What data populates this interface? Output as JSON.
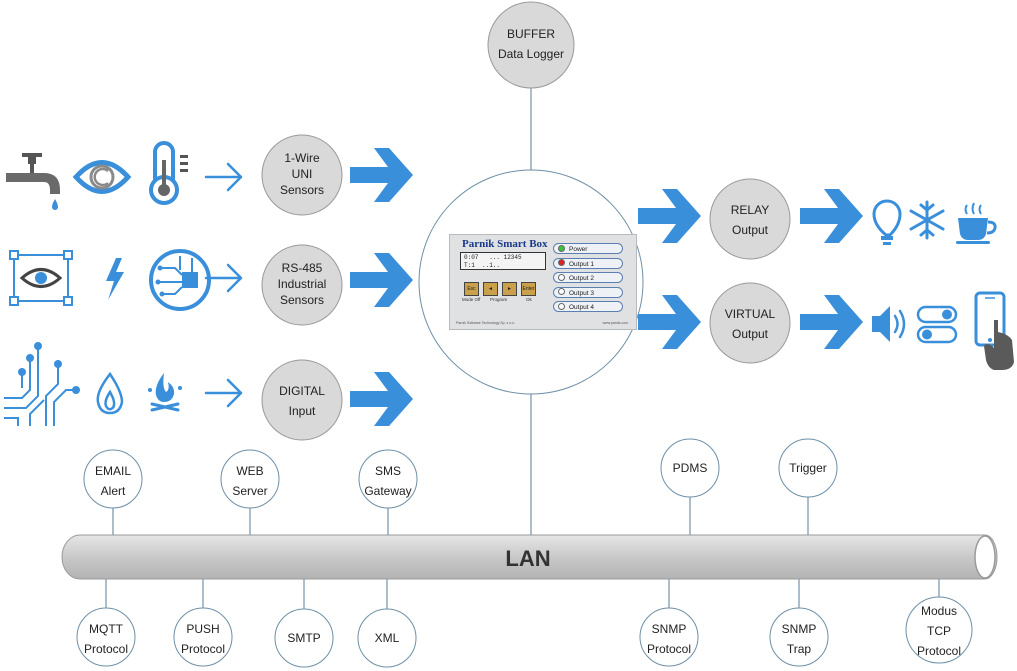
{
  "top_node": {
    "line1": "BUFFER",
    "line2": "Data Logger"
  },
  "inputs": [
    {
      "lines": [
        "1-Wire",
        "UNI",
        "Sensors"
      ],
      "icons": [
        "faucet-icon",
        "eye-icon",
        "thermometer-icon"
      ]
    },
    {
      "lines": [
        "RS-485",
        "Industrial",
        "Sensors"
      ],
      "icons": [
        "vision-sensor-icon",
        "lightning-icon",
        "circuit-chip-icon"
      ]
    },
    {
      "lines": [
        "DIGITAL",
        "Input"
      ],
      "icons": [
        "circuit-traces-icon",
        "flame-icon",
        "fire-icon"
      ]
    }
  ],
  "outputs": [
    {
      "lines": [
        "RELAY",
        "Output"
      ],
      "icons": [
        "lightbulb-icon",
        "snowflake-icon",
        "coffee-cup-icon"
      ]
    },
    {
      "lines": [
        "VIRTUAL",
        "Output"
      ],
      "icons": [
        "speaker-icon",
        "toggle-switches-icon",
        "smartphone-touch-icon"
      ]
    }
  ],
  "device": {
    "title": "Parnik Smart Box",
    "lcd_line1": "0:07   ... 12345",
    "lcd_line2": "T:1  ..1..",
    "buttons": [
      "Esc",
      "◄",
      "►",
      "Enter"
    ],
    "button_labels": {
      "esc": "Mode Off",
      "program": "Program",
      "enter": "Ok"
    },
    "leds": [
      {
        "label": "Power",
        "color": "#37c837"
      },
      {
        "label": "Output 1",
        "color": "#e02020"
      },
      {
        "label": "Output 2",
        "color": "#ffffff"
      },
      {
        "label": "Output 3",
        "color": "#ffffff"
      },
      {
        "label": "Output 4",
        "color": "#ffffff"
      }
    ],
    "footer_left": "Parnik Software Technology Sp. z o.o.",
    "footer_right": "www.parnik.com"
  },
  "lan": {
    "label": "LAN"
  },
  "services_top": [
    {
      "lines": [
        "EMAIL",
        "Alert"
      ]
    },
    {
      "lines": [
        "WEB",
        "Server"
      ]
    },
    {
      "lines": [
        "SMS",
        "Gateway"
      ]
    },
    {
      "lines": [
        "PDMS"
      ]
    },
    {
      "lines": [
        "Trigger"
      ]
    }
  ],
  "services_bottom": [
    {
      "lines": [
        "MQTT",
        "Protocol"
      ]
    },
    {
      "lines": [
        "PUSH",
        "Protocol"
      ]
    },
    {
      "lines": [
        "SMTP"
      ]
    },
    {
      "lines": [
        "XML"
      ]
    },
    {
      "lines": [
        "SNMP",
        "Protocol"
      ]
    },
    {
      "lines": [
        "SNMP",
        "Trap"
      ]
    },
    {
      "lines": [
        "Modus",
        "TCP",
        "Protocol"
      ]
    }
  ],
  "colors": {
    "accent_blue": "#3a8fdb",
    "node_gray": "#d9d9d9",
    "pipe_gray": "#c8c8c8",
    "line": "#5a7d9a"
  }
}
